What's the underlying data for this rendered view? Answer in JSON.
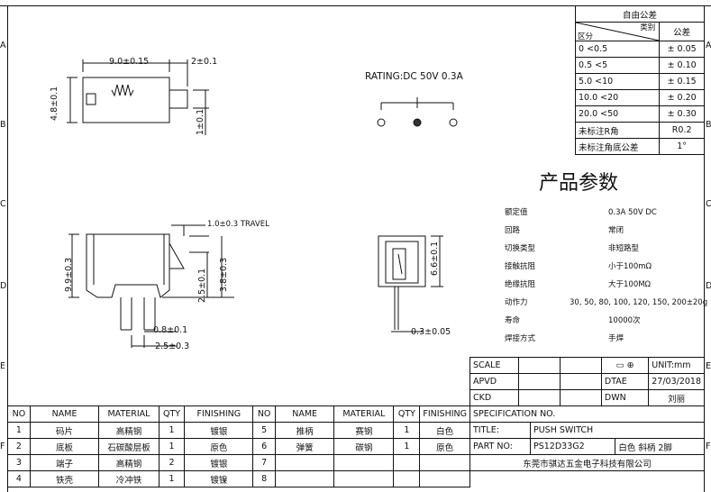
{
  "rating": "RATING:DC 50V 0.3A",
  "title_cn": "产品参数",
  "tolerance": {
    "header": "自由公差",
    "col_range_top": "类别",
    "col_range_bottom": "区分",
    "col_tol": "公差",
    "rows": [
      {
        "range": "0    <0.5",
        "tol": "± 0.05"
      },
      {
        "range": "0.5    <5",
        "tol": "± 0.10"
      },
      {
        "range": "5.0    <10",
        "tol": "± 0.15"
      },
      {
        "range": "10.0   <20",
        "tol": "± 0.20"
      },
      {
        "range": "20.0   <50",
        "tol": "± 0.30"
      },
      {
        "range": "未标注R角",
        "tol": "R0.2"
      },
      {
        "range": "未标注角底公差",
        "tol": "1°"
      }
    ]
  },
  "dims": {
    "top_width": "9.0±0.15",
    "top_right": "2±0.1",
    "top_height": "4.8±0.1",
    "top_small": "1±0.1",
    "travel": "1.0±0.3 TRAVEL",
    "height": "9.9±0.3",
    "d25": "2.5±0.1",
    "d38": "3.8±0.3",
    "d08": "0.8±0.1",
    "d25b": "2.5±0.3",
    "d66": "6.6±0.1",
    "d03": "0.3±0.05"
  },
  "params": [
    {
      "k": "额定值",
      "v": "0.3A  50V  DC"
    },
    {
      "k": "回路",
      "v": "常闭"
    },
    {
      "k": "切换类型",
      "v": "非短路型"
    },
    {
      "k": "接触抗阻",
      "v": "小于100mΩ"
    },
    {
      "k": "绝缘抗阻",
      "v": "大于100MΩ"
    },
    {
      "k": "动作力",
      "v": "30, 50, 80, 100, 120, 150, 200±20g"
    },
    {
      "k": "寿命",
      "v": "10000次"
    },
    {
      "k": "焊接方式",
      "v": "手焊"
    }
  ],
  "border_letters": [
    "A",
    "B",
    "C",
    "D",
    "E",
    "F"
  ],
  "bom_header": {
    "no": "NO",
    "name": "NAME",
    "material": "MATERIAL",
    "qty": "QTY",
    "finishing": "FINISHING"
  },
  "bom_left": [
    {
      "no": "1",
      "name": "码片",
      "material": "高精钢",
      "qty": "1",
      "finishing": "镀银"
    },
    {
      "no": "2",
      "name": "底板",
      "material": "石碳酸层板",
      "qty": "1",
      "finishing": "原色"
    },
    {
      "no": "3",
      "name": "端子",
      "material": "高精钢",
      "qty": "2",
      "finishing": "镀银"
    },
    {
      "no": "4",
      "name": "铁壳",
      "material": "冷冲铁",
      "qty": "1",
      "finishing": "镀镍"
    }
  ],
  "bom_right": [
    {
      "no": "5",
      "name": "推柄",
      "material": "赛钢",
      "qty": "1",
      "finishing": "白色"
    },
    {
      "no": "6",
      "name": "弹簧",
      "material": "碳钢",
      "qty": "1",
      "finishing": "原色"
    },
    {
      "no": "7",
      "name": "",
      "material": "",
      "qty": "",
      "finishing": ""
    },
    {
      "no": "8",
      "name": "",
      "material": "",
      "qty": "",
      "finishing": ""
    }
  ],
  "titleblock": {
    "scale": "SCALE",
    "unit": "UNIT:mm",
    "apvd": "APVD",
    "dtae": "DTAE",
    "date": "27/03/2018",
    "ckd": "CKD",
    "dwn": "DWN",
    "dwn_name": "刘丽",
    "spec": "SPECIFICATION NO.",
    "title_label": "TITLE:",
    "title_value": "PUSH  SWITCH",
    "part_label": "PART  NO:",
    "part_value": "PS12D33G2",
    "part_desc": "白色  斜柄  2脚",
    "company": "东莞市骐达五金电子科技有限公司"
  }
}
